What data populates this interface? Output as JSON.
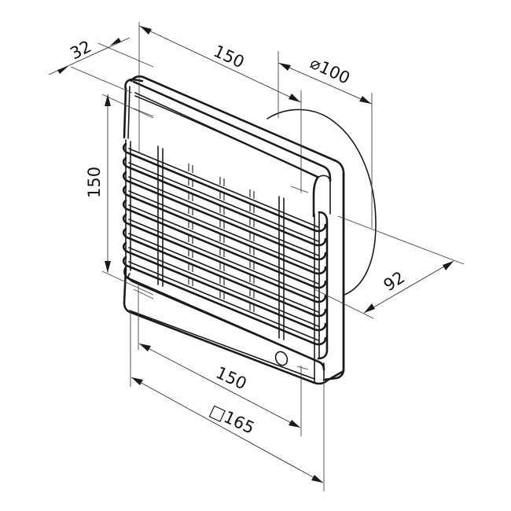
{
  "drawing": {
    "subject": "Wall-mounted axial ventilation fan with louvred front grille — dimensional drawing",
    "units": "mm",
    "line_color": "#1a1a1a",
    "background": "#ffffff"
  },
  "dimensions": {
    "front_depth": {
      "label": "32",
      "description": "Depth of front panel / grille housing"
    },
    "top_width": {
      "label": "150",
      "description": "Width of front panel (top edge)"
    },
    "duct_diameter": {
      "label": "⌀100",
      "symbol": "⌀",
      "value": "100",
      "description": "Spigot / duct connection diameter"
    },
    "height": {
      "label": "150",
      "description": "Height of front panel"
    },
    "spigot_length": {
      "label": "92",
      "description": "Length of duct spigot behind panel"
    },
    "bottom_width": {
      "label": "150",
      "description": "Width of front panel (bottom edge)"
    },
    "overall_square": {
      "label": "□165",
      "symbol": "□",
      "value": "165",
      "description": "Overall square size of housing"
    }
  },
  "features": {
    "louvre_count": 9,
    "indicator": "round indicator lamp / pull-cord knob at bottom right of panel"
  }
}
